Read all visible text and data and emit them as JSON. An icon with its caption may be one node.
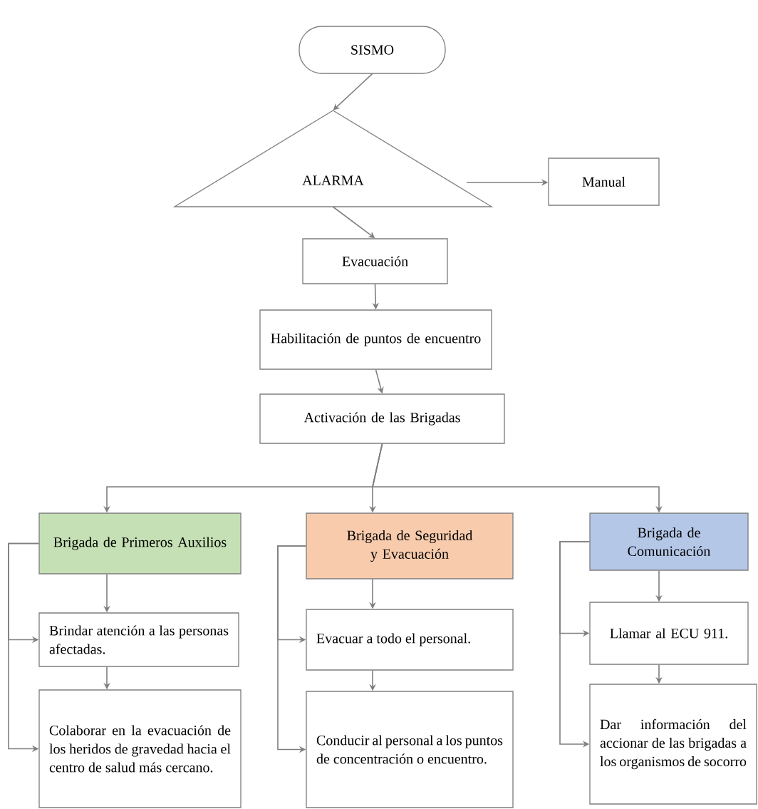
{
  "diagram": {
    "nodes": [
      {
        "text": [
          "SISMO"
        ]
      },
      {
        "text": [
          "ALARMA"
        ]
      },
      {
        "text": [
          "Manual"
        ]
      },
      {
        "text": [
          "Evacuación"
        ]
      },
      {
        "text": [
          "Habilitación de puntos de encuentro"
        ]
      },
      {
        "text": [
          "Activación de las Brigadas"
        ]
      },
      {
        "text": [
          "Brigada de Primeros Auxilios"
        ]
      },
      {
        "text": [
          "Brigada de Seguridad y Evacuación"
        ]
      },
      {
        "text": [
          "Brigada de Comunicación"
        ]
      },
      {
        "text": [
          "Brindar atención a las personas afectadas."
        ]
      },
      {
        "text": [
          "Colaborar en la evacuación de los heridos de gravedad hacia el centro de salud más cercano."
        ]
      },
      {
        "text": [
          "Evacuar a todo el personal."
        ]
      },
      {
        "text": [
          "Conducir al personal a los puntos de concentración o encuentro."
        ]
      },
      {
        "text": [
          "Llamar al ECU 911."
        ]
      },
      {
        "text": [
          "Dar información del accionar de las brigadas a los organismos de socorro"
        ]
      }
    ],
    "edges": [
      {
        "from": 0,
        "to": 1,
        "arrow": "to"
      },
      {
        "from": 1,
        "to": 2,
        "arrow": "to"
      },
      {
        "from": 1,
        "to": 3,
        "arrow": "to"
      },
      {
        "from": 3,
        "to": 4,
        "arrow": "to"
      },
      {
        "from": 4,
        "to": 5,
        "arrow": "to"
      },
      {
        "from": 5,
        "to": 6,
        "arrow": "to"
      },
      {
        "from": 5,
        "to": 7,
        "arrow": "to"
      },
      {
        "from": 5,
        "to": 8,
        "arrow": "to"
      },
      {
        "from": 6,
        "to": 9,
        "arrow": "to"
      },
      {
        "from": 9,
        "to": 10,
        "arrow": "to"
      },
      {
        "from": 6,
        "to": 9,
        "arrow": "to"
      },
      {
        "from": 6,
        "to": 10,
        "arrow": "to"
      },
      {
        "from": 7,
        "to": 11,
        "arrow": "to"
      },
      {
        "from": 11,
        "to": 12,
        "arrow": "to"
      },
      {
        "from": 7,
        "to": 11,
        "arrow": "to"
      },
      {
        "from": 7,
        "to": 12,
        "arrow": "to"
      },
      {
        "from": 8,
        "to": 13,
        "arrow": "to"
      },
      {
        "from": 13,
        "to": 14,
        "arrow": "to"
      },
      {
        "from": 8,
        "to": 13,
        "arrow": "to"
      },
      {
        "from": 8,
        "to": 14,
        "arrow": "to"
      }
    ]
  }
}
